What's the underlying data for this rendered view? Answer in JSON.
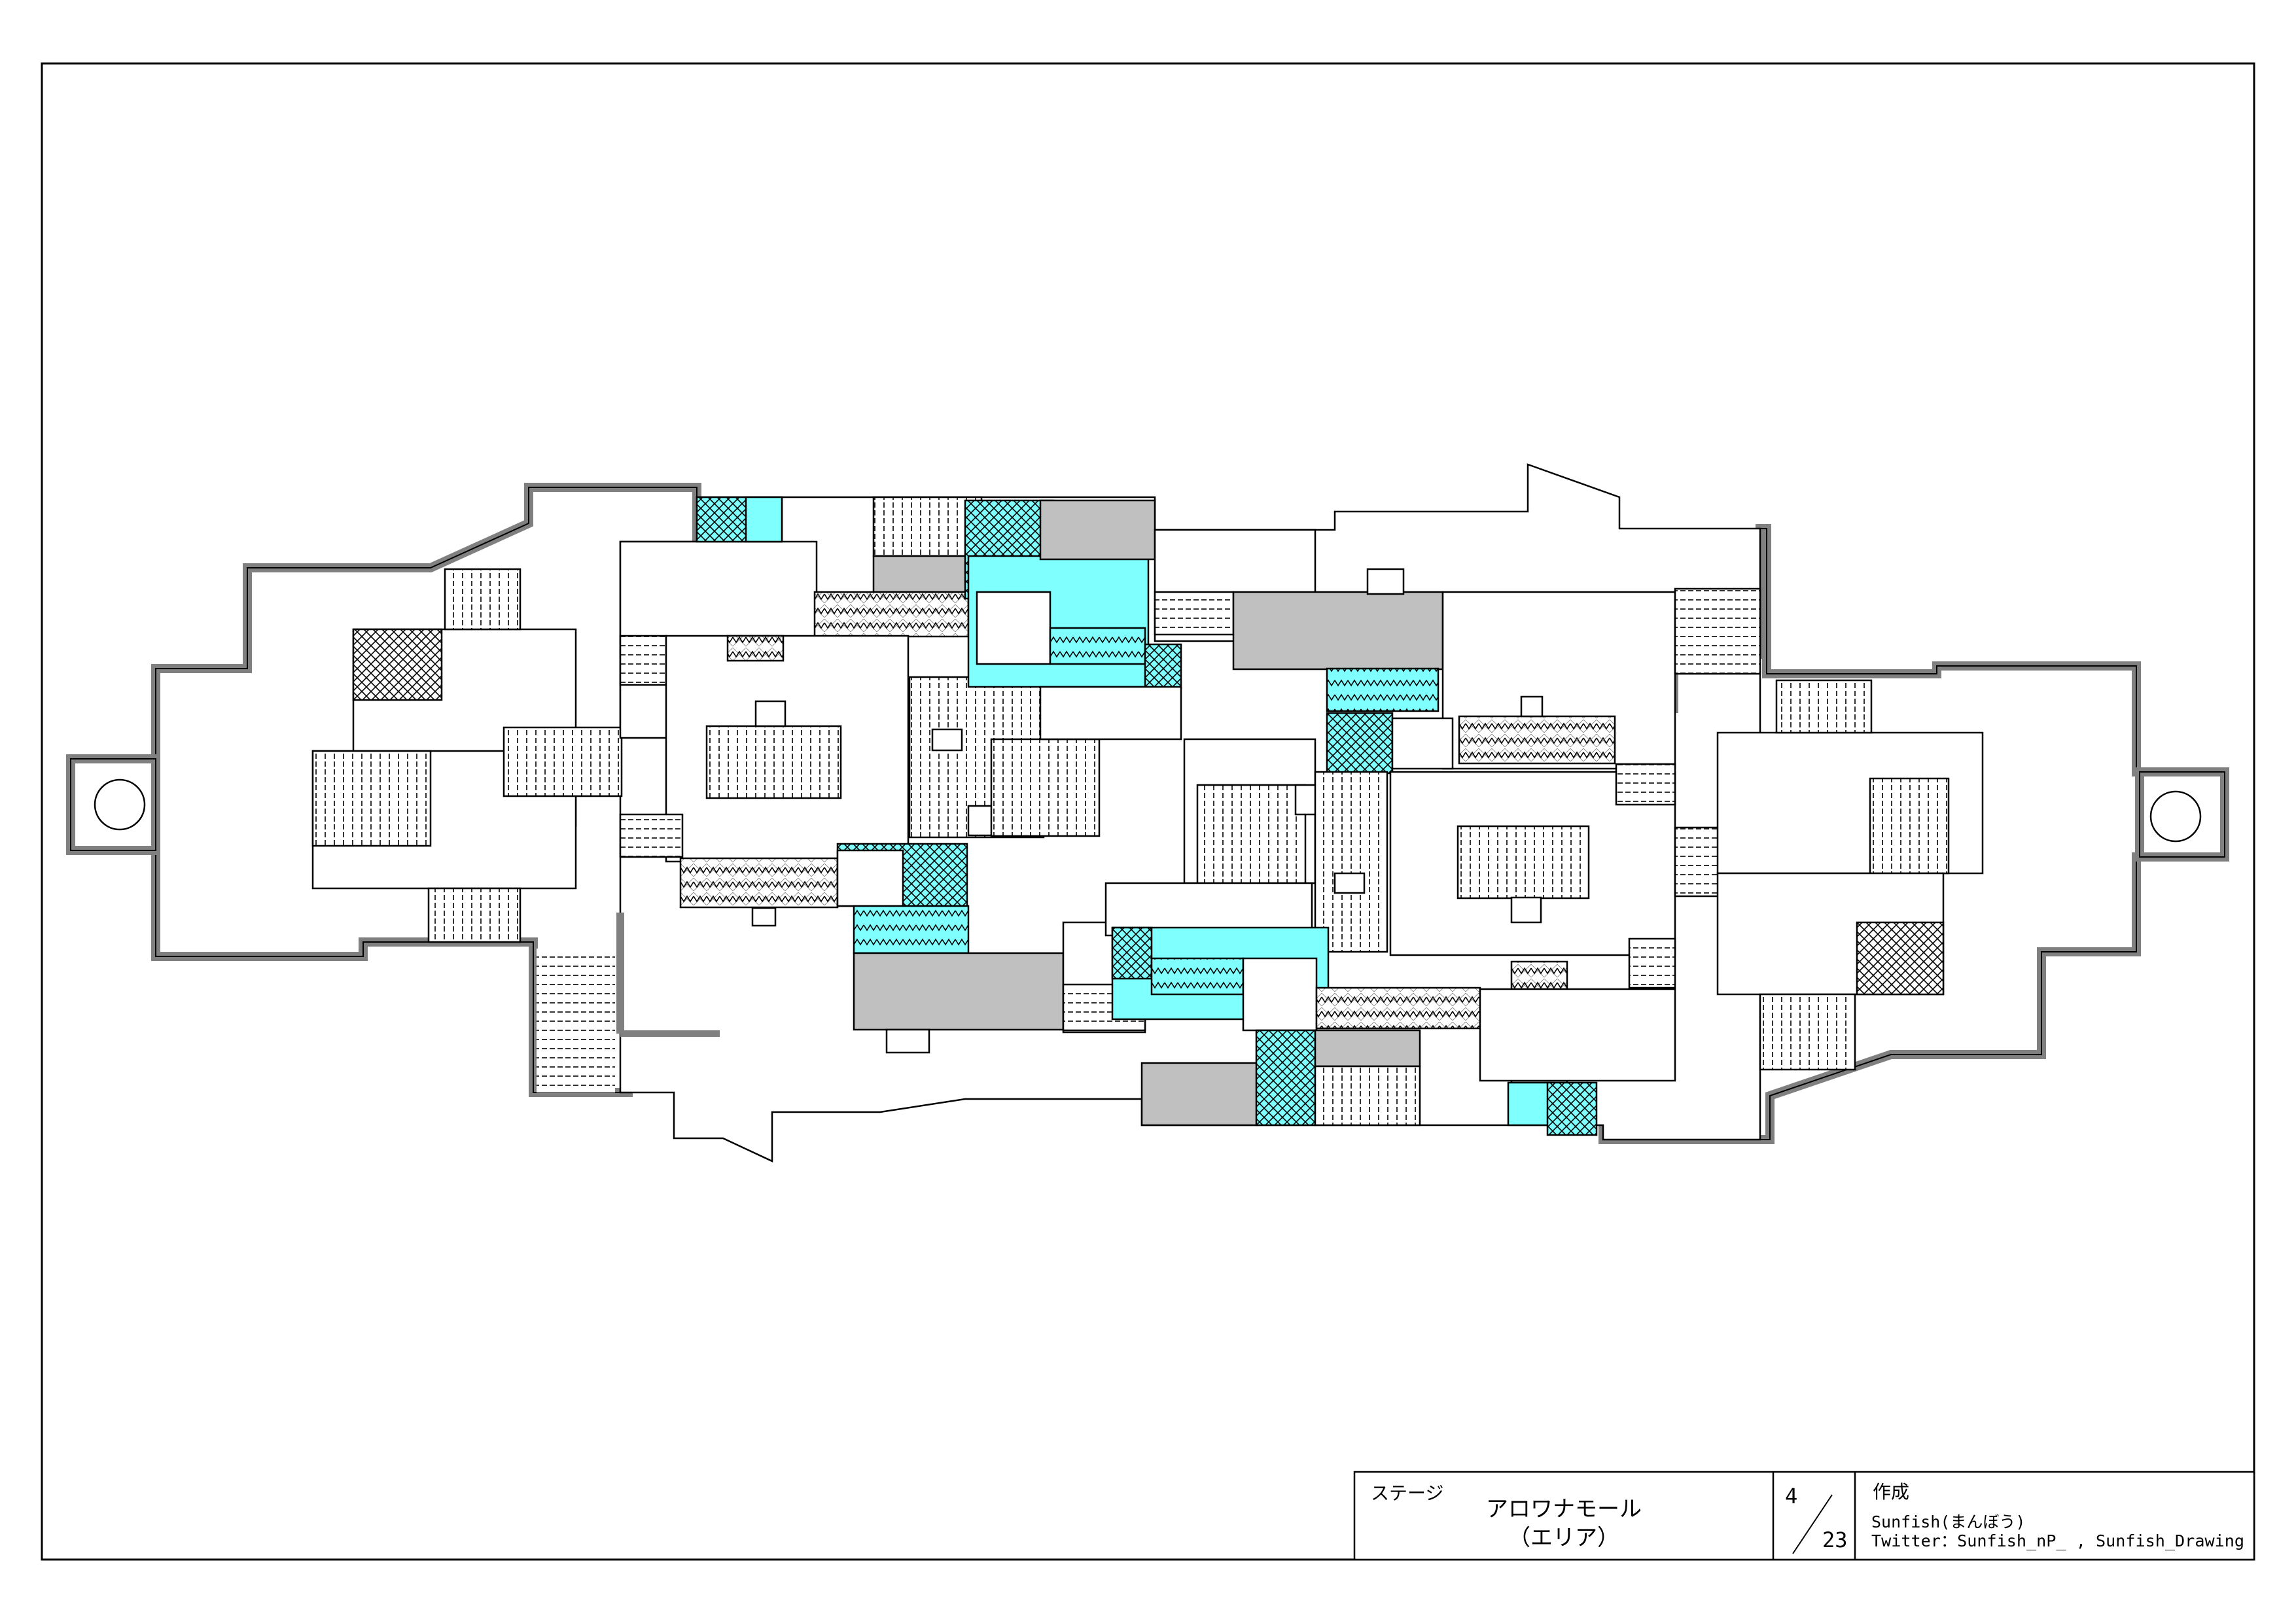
{
  "title_block": {
    "stage_label": "ステージ",
    "stage_name": "アロワナモール",
    "stage_sub": "（エリア）",
    "page_current": "4",
    "page_total": "23",
    "author_label": "作成",
    "author_name": "Sunfish(まんぼう)",
    "author_twitter": "Twitter：Sunfish_nP_ , Sunfish_Drawing"
  },
  "colors": {
    "line": "#000000",
    "wall": "#808080",
    "water": "#80ffff",
    "block": "#c0c0c0",
    "paper": "#ffffff"
  },
  "legend_patterns": [
    "vertical-hatch",
    "horizontal-hatch",
    "cross-hatch",
    "zigzag",
    "solid-gray",
    "solid-cyan"
  ]
}
